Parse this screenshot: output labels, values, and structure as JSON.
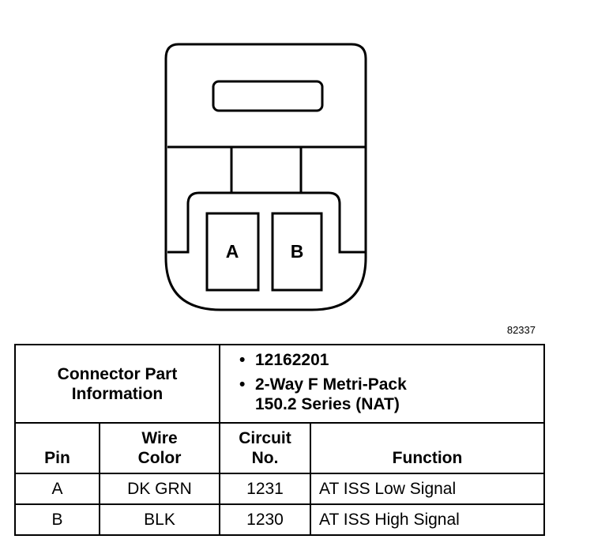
{
  "connector": {
    "pins": [
      {
        "id": "pin-a",
        "label": "A"
      },
      {
        "id": "pin-b",
        "label": "B"
      }
    ]
  },
  "figure_id": "82337",
  "table": {
    "part_info_label": "Connector Part Information",
    "part_specs": [
      "12162201",
      "2-Way F Metri-Pack 150.2 Series (NAT)"
    ],
    "columns": {
      "pin": "Pin",
      "wire_color": "Wire Color",
      "circuit_no": "Circuit No.",
      "function": "Function"
    },
    "rows": [
      {
        "pin": "A",
        "wire_color": "DK GRN",
        "circuit": "1231",
        "function": "AT ISS Low Signal"
      },
      {
        "pin": "B",
        "wire_color": "BLK",
        "circuit": "1230",
        "function": "AT ISS High Signal"
      }
    ]
  }
}
